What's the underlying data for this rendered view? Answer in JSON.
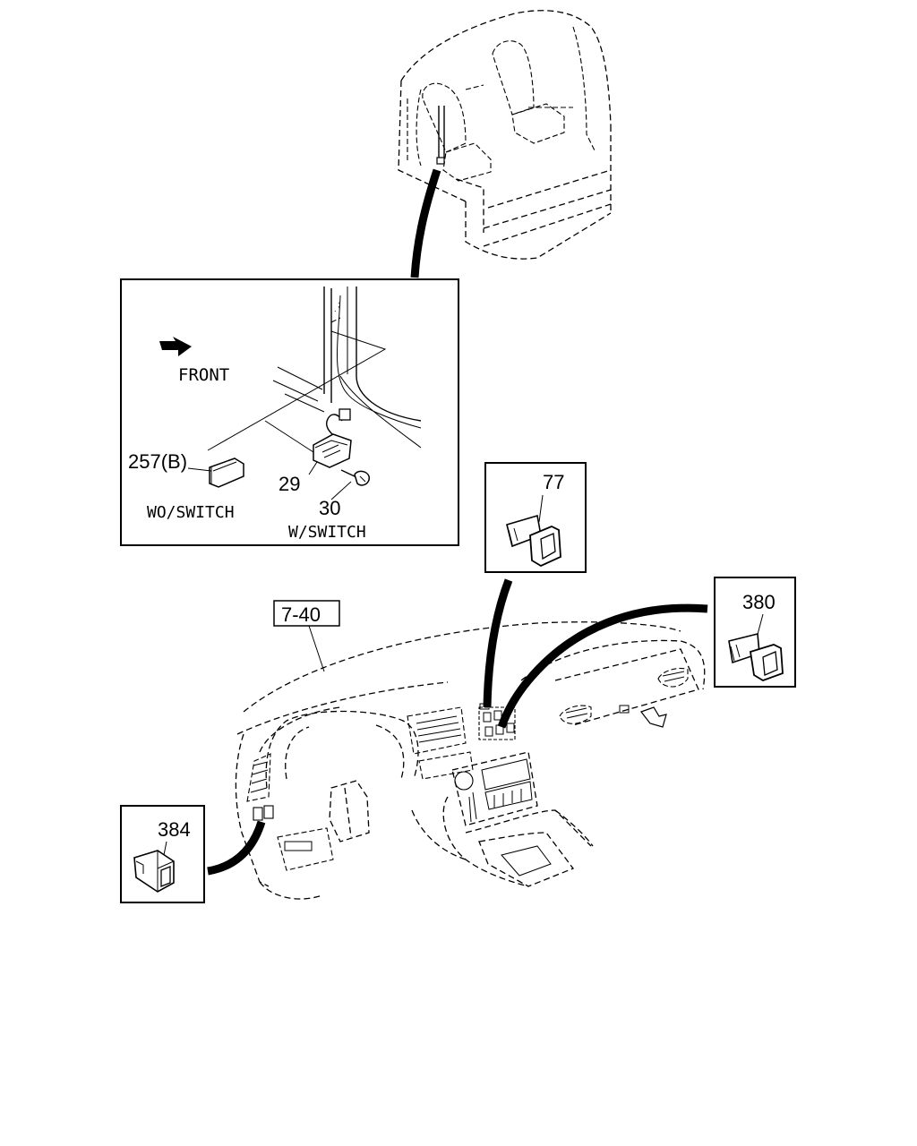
{
  "labels": {
    "front": "FRONT",
    "part_257b": "257(B)",
    "wo_switch": "WO/SWITCH",
    "part_29": "29",
    "part_30": "30",
    "w_switch": "W/SWITCH",
    "part_77": "77",
    "part_380": "380",
    "part_384": "384",
    "ref_7_40": "7-40"
  }
}
